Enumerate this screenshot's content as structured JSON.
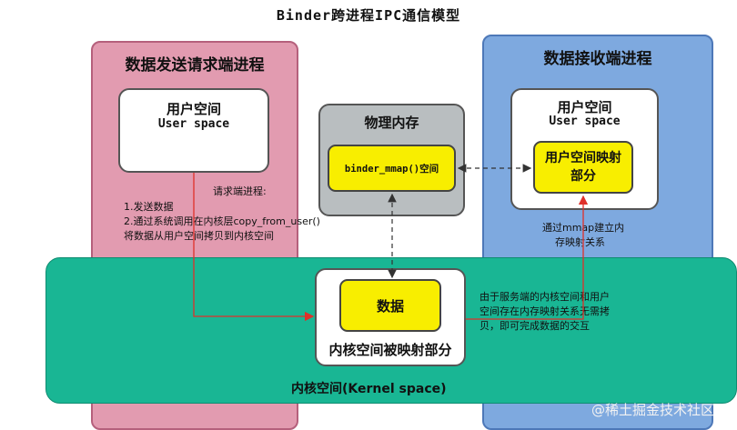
{
  "title": "Binder跨进程IPC通信模型",
  "sender": {
    "title": "数据发送请求端进程",
    "user_space_cn": "用户空间",
    "user_space_en": "User space"
  },
  "receiver": {
    "title": "数据接收端进程",
    "user_space_cn": "用户空间",
    "user_space_en": "User space",
    "mapped_part": "用户空间映射部分",
    "mmap_note_line1": "通过mmap建立内",
    "mmap_note_line2": "存映射关系"
  },
  "memory": {
    "title": "物理内存",
    "mmap_space": "binder_mmap()空间"
  },
  "request_notes": {
    "heading": "请求端进程:",
    "line1": "1.发送数据",
    "line2": "2.通过系统调用在内核层copy_from_user()",
    "line3": "将数据从用户空间拷贝到内核空间"
  },
  "kernel": {
    "label": "内核空间(Kernel space)",
    "data": "数据",
    "mapped_part": "内核空间被映射部分",
    "note_line1": "由于服务端的内核空间和用户",
    "note_line2": "空间存在内存映射关系无需拷",
    "note_line3": "贝，即可完成数据的交互"
  },
  "watermark": "@稀土掘金技术社区",
  "colors": {
    "sender_bg": "#e29bb0",
    "receiver_bg": "#7ea9df",
    "kernel_bg": "#19b694",
    "memory_bg": "#b9bec0",
    "highlight": "#f8ee00",
    "arrow_red": "#e0302a"
  }
}
